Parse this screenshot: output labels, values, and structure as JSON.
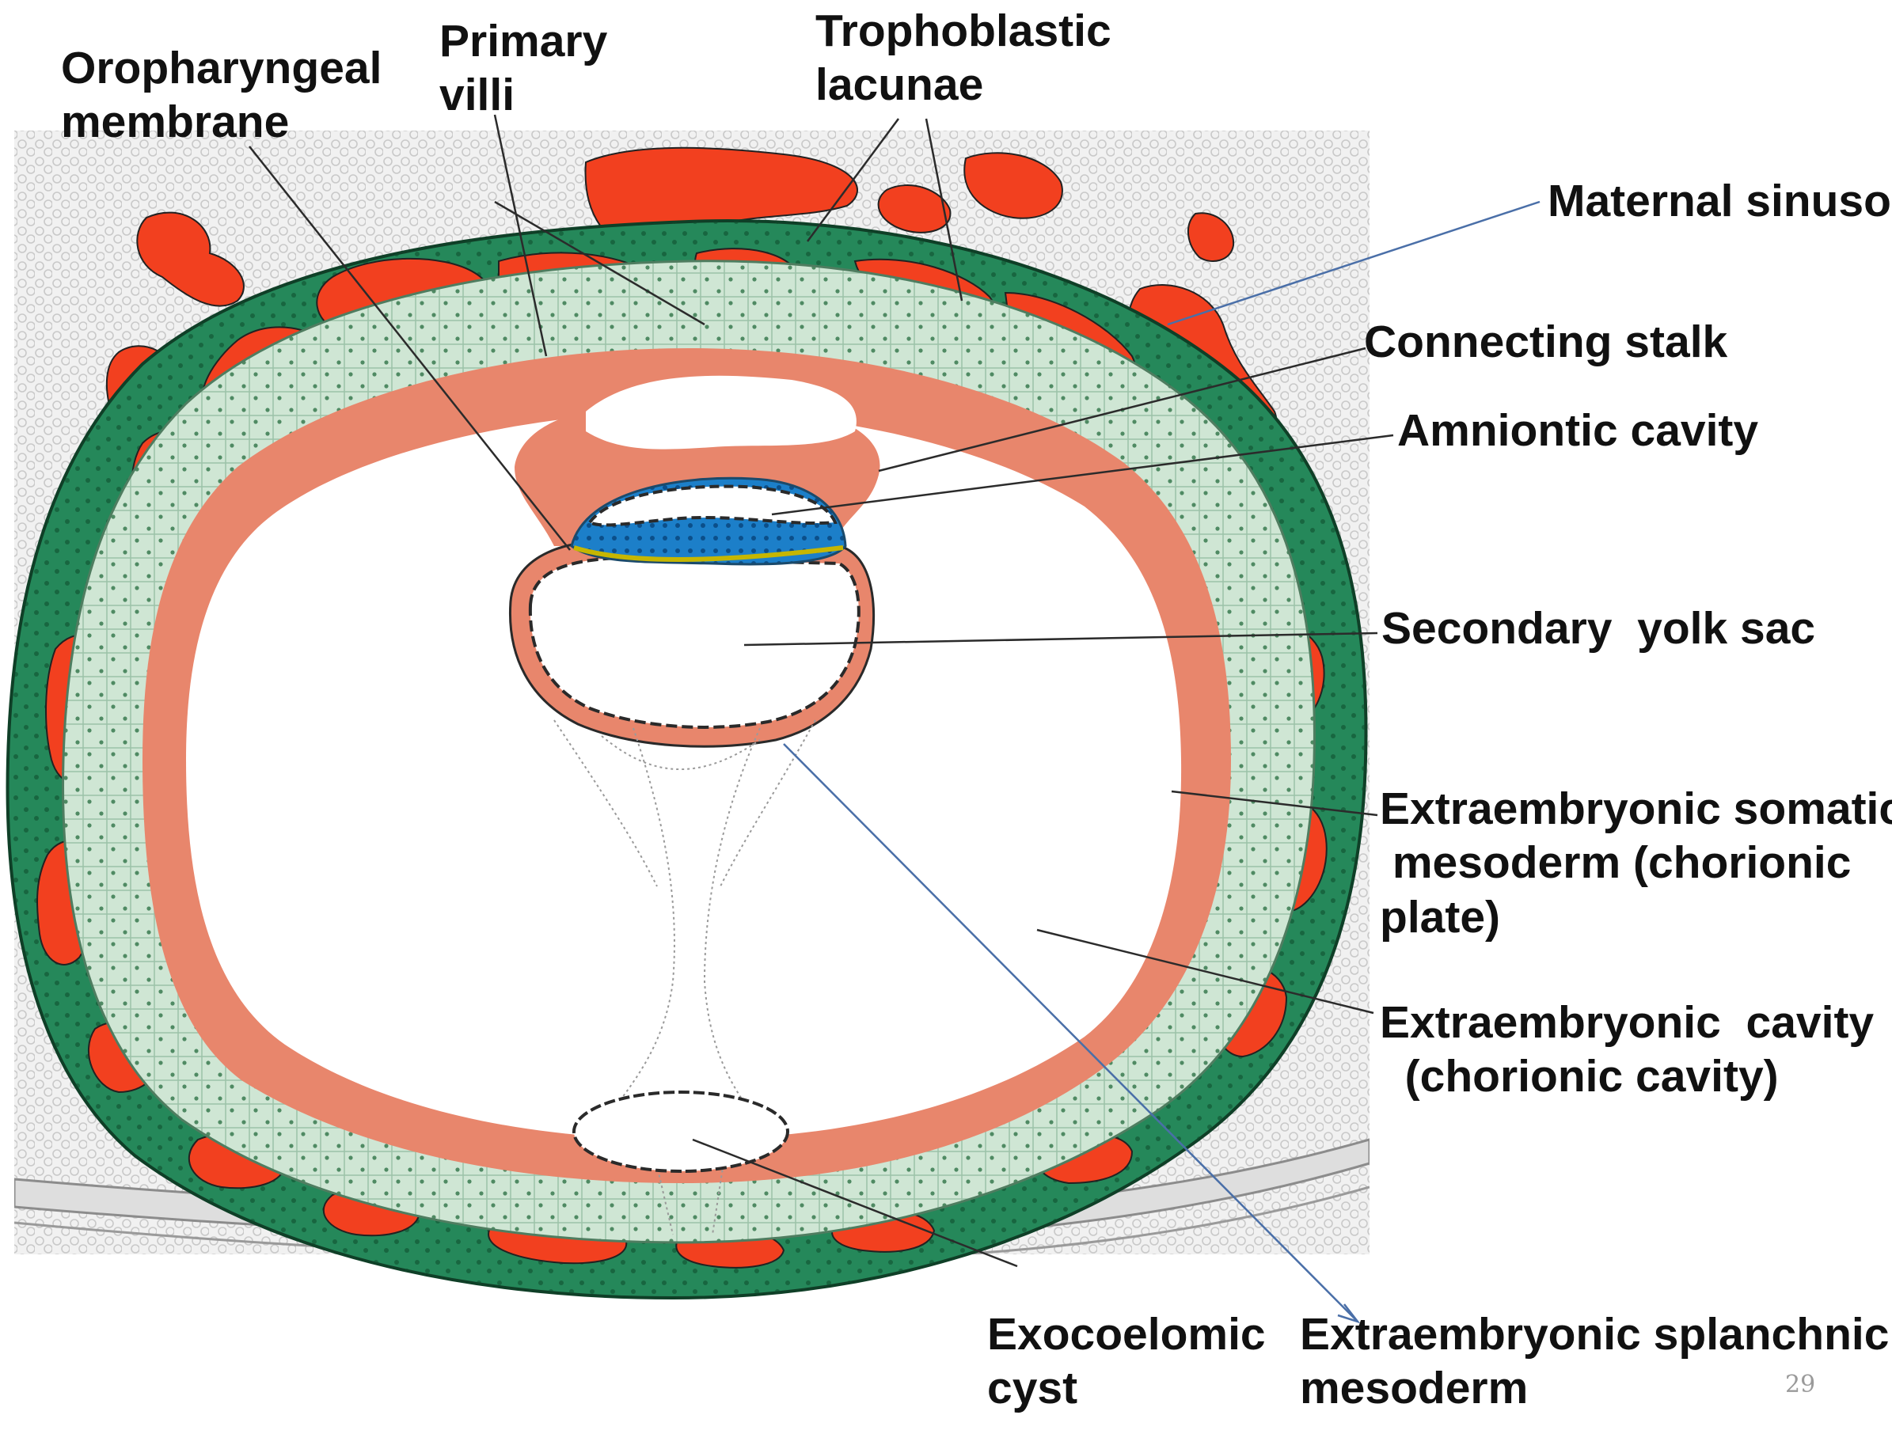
{
  "colors": {
    "maternal_blood": "#f2401f",
    "syncytiotrophoblast": "#25885a",
    "cytotrophoblast": "#cfe6d4",
    "mesoderm": "#e8866c",
    "endometrium": "#efefef",
    "ectoderm": "#1c7fc9",
    "leader_line": "#4a6fa8"
  },
  "labels": {
    "oropharyngeal": [
      "Oropharyngeal",
      "membrane"
    ],
    "primary_villi": [
      "Primary",
      "villi"
    ],
    "trophoblastic_lacunae": [
      "Trophoblastic",
      "lacunae"
    ],
    "maternal_sinusoid": [
      "Maternal sinusoid"
    ],
    "connecting_stalk": [
      "Connecting stalk"
    ],
    "amniotic_cavity": [
      "Amniontic cavity"
    ],
    "secondary_yolk_sac": [
      "Secondary  yolk sac"
    ],
    "somatic_mesoderm": [
      "Extraembryonic somatic",
      " mesoderm (chorionic",
      "plate)"
    ],
    "extraembryonic_cavity": [
      "Extraembryonic  cavity",
      "  (chorionic cavity)"
    ],
    "exocoelomic_cyst": [
      "Exocoelomic",
      "cyst"
    ],
    "splanchnic_mesoderm": [
      "Extraembryonic splanchnic",
      "mesoderm"
    ]
  },
  "page_number": "29"
}
